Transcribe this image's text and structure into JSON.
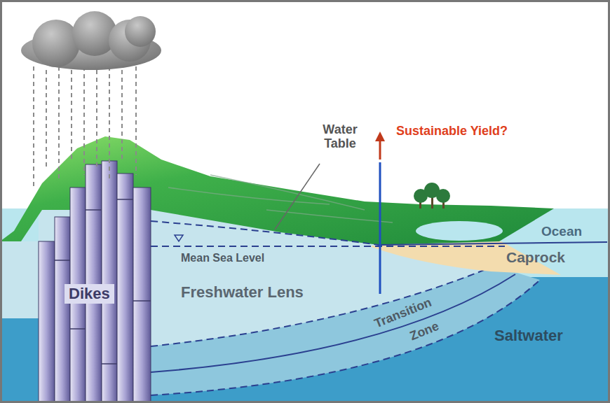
{
  "diagram": {
    "labels": [
      "Sustainable Yield?",
      "Water Table",
      "Ocean",
      "Caprock",
      "Mean Sea Level",
      "Freshwater Lens",
      "Dikes",
      "Transition",
      "Zone",
      "Saltwater"
    ]
  }
}
